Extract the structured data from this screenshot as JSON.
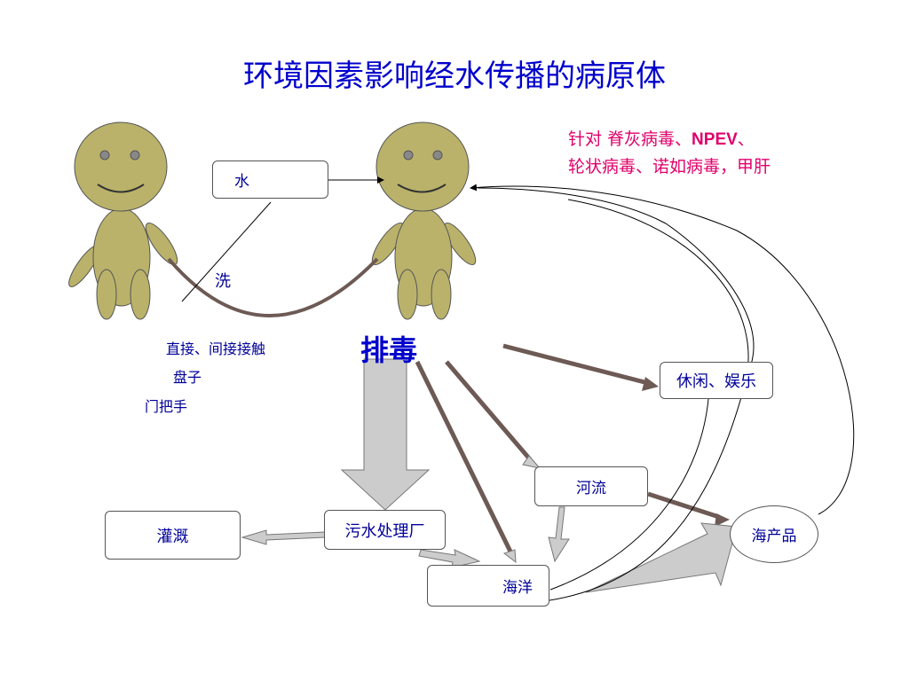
{
  "title": "环境因素影响经水传播的病原体",
  "note": {
    "line1_a": "针对 脊灰病毒、",
    "line1_b": "NPEV",
    "line1_c": "、",
    "line2": "轮状病毒、诺如病毒，甲肝"
  },
  "labels": {
    "water": "水",
    "wash": "洗",
    "contact": "直接、间接接触",
    "plate": "盘子",
    "doorknob": "门把手",
    "excrete": "排毒",
    "leisure": "休闲、娱乐",
    "river": "河流",
    "irrigation": "灌溉",
    "sewage": "污水处理厂",
    "ocean": "海洋",
    "seafood": "海产品"
  },
  "colors": {
    "title": "#0000cc",
    "note": "#e0006a",
    "figure_fill": "#bab26a",
    "arrow_brown": "#6d5a55",
    "arrow_grey": "#cccccc"
  }
}
